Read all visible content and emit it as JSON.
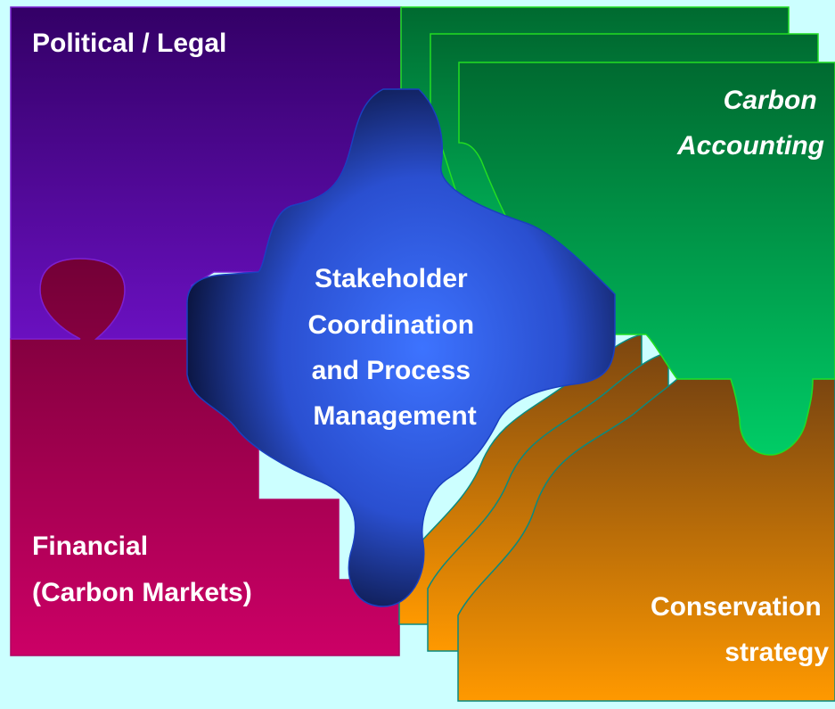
{
  "pieces": {
    "political_legal": {
      "label": "Political / Legal"
    },
    "financial": {
      "lines": [
        "Financial",
        "(Carbon Markets)"
      ]
    },
    "center": {
      "lines": [
        "Stakeholder",
        "Coordination",
        "and Process",
        "Management"
      ]
    },
    "carbon_accounting": {
      "lines": [
        "Carbon",
        "Accounting"
      ]
    },
    "conservation": {
      "lines": [
        "Conservation",
        "strategy"
      ]
    }
  },
  "colors": {
    "background": "#ccffff",
    "political_top": "#330066",
    "political_bottom": "#6a10c0",
    "financial_top": "#730036",
    "financial_bottom": "#cc0066",
    "center_edge": "#050a25",
    "center_core": "#3366ff",
    "green_top": "#006a30",
    "green_bottom": "#00cc66",
    "orange_top": "#7a4510",
    "orange_bottom": "#ff9900"
  }
}
